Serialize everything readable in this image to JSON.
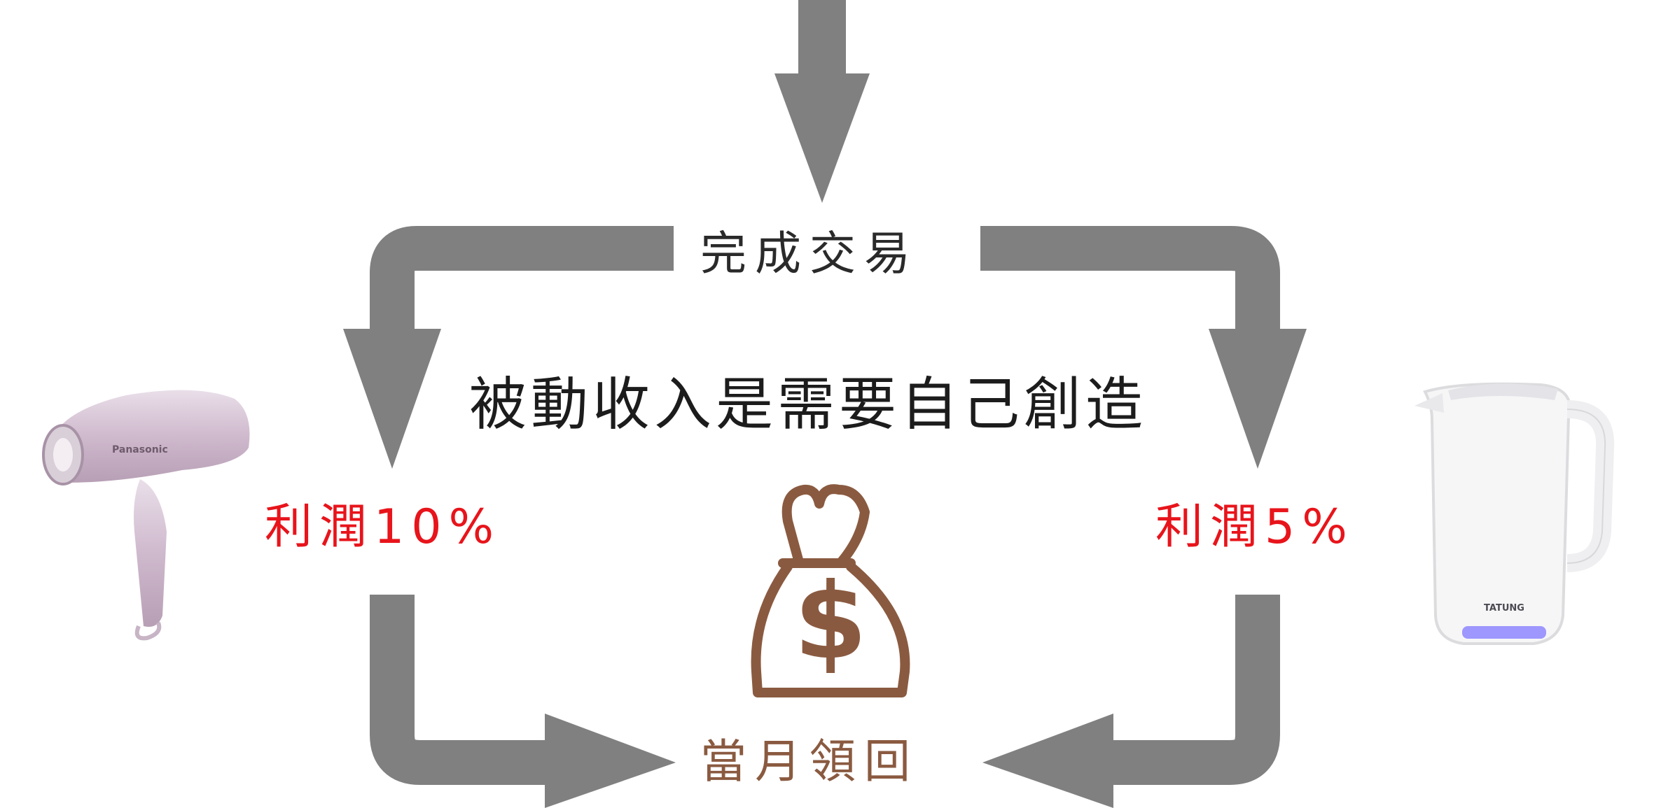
{
  "diagram": {
    "center_label": "完成交易",
    "main_text": "被動收入是需要自己創造",
    "left_profit": "利潤10%",
    "right_profit": "利潤5%",
    "bottom_label": "當月領回",
    "left_product_brand": "Panasonic",
    "right_product_brand": "TATUNG",
    "money_symbol": "$"
  },
  "icons": {
    "money_bag": "money-bag-icon",
    "hair_dryer": "hair-dryer-image",
    "kettle": "electric-kettle-image"
  },
  "colors": {
    "arrow": "#808080",
    "profit_text": "#e8141b",
    "money_bag": "#8a5a40",
    "main_text": "#1c1c1c"
  }
}
